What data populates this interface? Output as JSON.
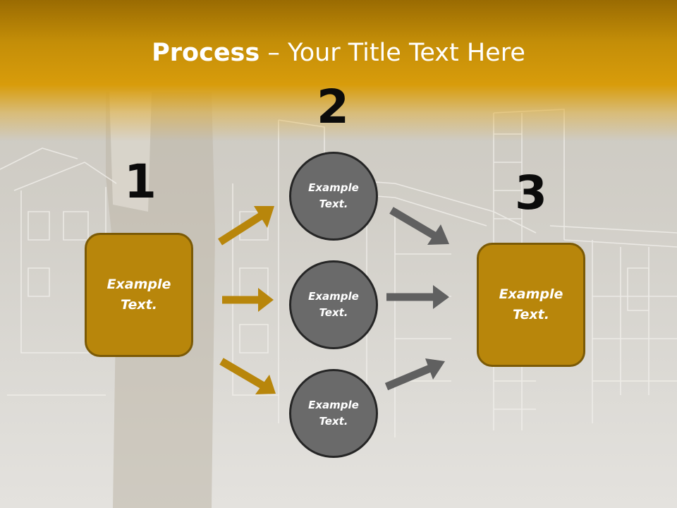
{
  "title": {
    "bold": "Process",
    "rest": " – Your Title Text Here"
  },
  "steps": {
    "one": {
      "number": "1",
      "text": "Example Text."
    },
    "two": {
      "number": "2"
    },
    "three": {
      "number": "3",
      "text": "Example Text."
    }
  },
  "circles": [
    {
      "text": "Example Text."
    },
    {
      "text": "Example Text."
    },
    {
      "text": "Example Text."
    }
  ],
  "colors": {
    "header": "#d89c0b",
    "box_fill": "#b8860b",
    "box_border": "#7b5a06",
    "circle_fill": "#6a6a6a",
    "circle_border": "#262626",
    "arrow_gold": "#b8860b",
    "arrow_gray": "#606060"
  }
}
